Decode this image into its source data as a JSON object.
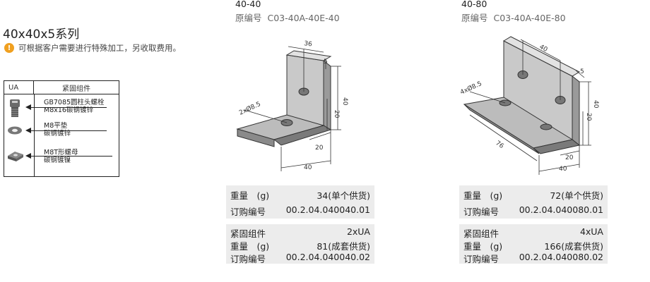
{
  "series": {
    "title": "40x40x5系列",
    "note": "可根据客户需要进行特殊加工，另收取费用。",
    "note_icon": "exclamation-icon"
  },
  "ua_table": {
    "col1": "UA",
    "col2": "紧固组件",
    "items": [
      {
        "icon": "cap-screw-icon",
        "line1": "GB7085圆柱头螺栓",
        "line2": "M8x16碳钢镀锌"
      },
      {
        "icon": "washer-icon",
        "line1": "M8平垫",
        "line2": "碳钢镀锌"
      },
      {
        "icon": "t-nut-icon",
        "line1": "M8T形螺母",
        "line2": "碳钢镀镍"
      }
    ]
  },
  "products": [
    {
      "code": "40-40",
      "original_label": "原编号",
      "original_code": "C03-40A-40E-40",
      "drawing": {
        "d36": "36",
        "d5": "5",
        "d40h": "40",
        "d20v": "20",
        "d20h": "20",
        "d40w": "40",
        "hole": "2xØ8.5"
      },
      "spec1": {
        "weight_label": "重量　(g)",
        "weight_value": "34(单个供货)",
        "order_label": "订购编号",
        "order_value": "00.2.04.040040.01"
      },
      "spec2": {
        "kit_label": "紧固组件",
        "kit_value": "2xUA",
        "weight_label": "重量　(g)",
        "weight_value": "81(成套供货)",
        "order_label": "订购编号",
        "order_value": "00.2.04.040040.02"
      }
    },
    {
      "code": "40-80",
      "original_label": "原编号",
      "original_code": "C03-40A-40E-80",
      "drawing": {
        "d40t": "40",
        "d5": "5",
        "d40h": "40",
        "d20v": "20",
        "d76": "76",
        "d20h": "20",
        "d40w": "40",
        "hole": "4xØ8.5"
      },
      "spec1": {
        "weight_label": "重量　(g)",
        "weight_value": "72(单个供货)",
        "order_label": "订购编号",
        "order_value": "00.2.04.040080.01"
      },
      "spec2": {
        "kit_label": "紧固组件",
        "kit_value": "4xUA",
        "weight_label": "重量　(g)",
        "weight_value": "166(成套供货)",
        "order_label": "订购编号",
        "order_value": "00.2.04.040080.02"
      }
    }
  ]
}
